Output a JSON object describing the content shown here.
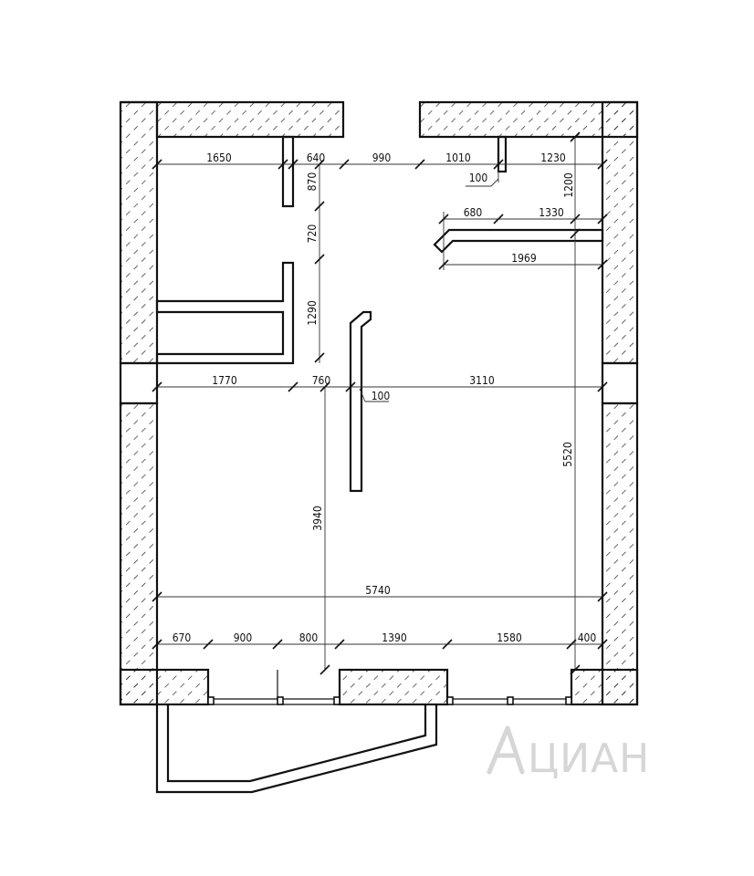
{
  "dimensions": {
    "top": [
      "1650",
      "640",
      "990",
      "1010",
      "1230"
    ],
    "left_vertical": [
      "870",
      "720",
      "1290"
    ],
    "right_top": [
      "680",
      "1330",
      "1200",
      "1969"
    ],
    "small_wall_note": "100",
    "middle": [
      "1770",
      "760",
      "3110"
    ],
    "partition_note": "100",
    "height_total": "5520",
    "height_lower": "3940",
    "width_total": "5740",
    "bottom": [
      "670",
      "900",
      "800",
      "1390",
      "1580",
      "400"
    ]
  },
  "watermark": {
    "text": "ЦИАН",
    "icon": "cian-logo-icon"
  }
}
